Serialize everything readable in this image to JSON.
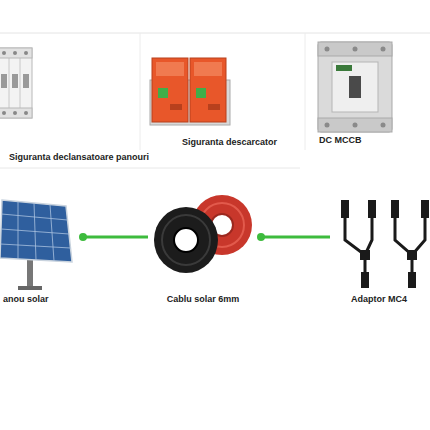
{
  "diagram": {
    "nodes": [
      {
        "text": [
          "Siguranta declansatoare panouri"
        ]
      },
      {
        "text": [
          "Siguranta descarcator"
        ]
      },
      {
        "text": [
          "DC MCCB"
        ]
      },
      {
        "text": [
          "anou solar"
        ]
      },
      {
        "text": [
          "Cablu solar 6mm"
        ]
      },
      {
        "text": [
          "Adaptor MC4"
        ]
      }
    ],
    "edges": [
      {
        "from": 3,
        "to": 4,
        "arrow": "none"
      },
      {
        "from": 4,
        "to": 5,
        "arrow": "none"
      }
    ]
  }
}
